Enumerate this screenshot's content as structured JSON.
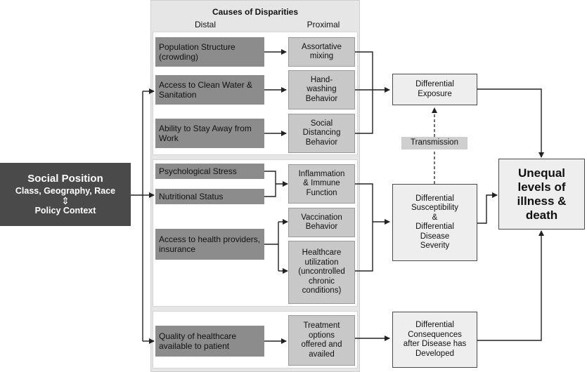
{
  "header": {
    "title": "Causes of Disparities",
    "distal": "Distal",
    "proximal": "Proximal"
  },
  "social_position": {
    "title": "Social Position",
    "subtitle": "Class, Geography, Race",
    "arrow_glyph": "⇕",
    "policy": "Policy Context"
  },
  "distal": {
    "population": "Population Structure (crowding)",
    "water": "Access to Clean Water & Sanitation",
    "stay_away": "Ability to Stay Away from Work",
    "stress": "Psychological Stress",
    "nutrition": "Nutritional Status",
    "health_access": "Access to health providers, insurance",
    "quality": "Quality of healthcare available to patient"
  },
  "proximal": {
    "mixing": "Assortative\nmixing",
    "handwashing": "Hand-\nwashing\nBehavior",
    "distancing": "Social\nDistancing\nBehavior",
    "inflammation": "Inflammation\n& Immune\nFunction",
    "vaccination": "Vaccination\nBehavior",
    "utilization": "Healthcare\nutilization\n(uncontrolled\nchronic\nconditions)",
    "treatment": "Treatment\noptions\noffered and\navailed"
  },
  "outcomes": {
    "exposure": "Differential\nExposure",
    "transmission": "Transmission",
    "susceptibility": "Differential\nSusceptibility\n&\nDifferential\nDisease\nSeverity",
    "consequences": "Differential\nConsequences\nafter Disease has\nDeveloped",
    "unequal": "Unequal\nlevels of\nillness &\ndeath"
  },
  "colors": {
    "dark_box": "#8c8c8c",
    "mid_box": "#c8c8c8",
    "light_box": "#eeeeee",
    "social_box": "#4a4a4a",
    "panel": "#e6e6e6",
    "line": "#222222"
  }
}
